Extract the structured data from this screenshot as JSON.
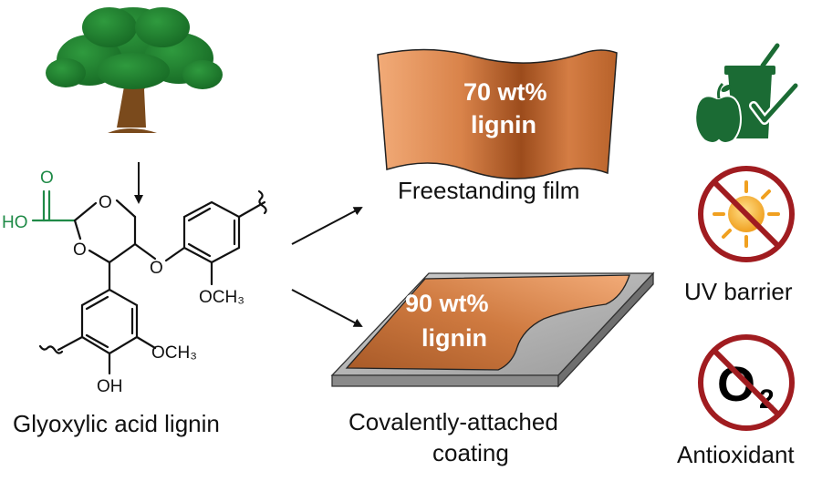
{
  "labels": {
    "source": "Glyoxylic acid lignin",
    "film_label": "Freestanding film",
    "coating_label_line1": "Covalently-attached",
    "coating_label_line2": "coating",
    "uv_label": "UV barrier",
    "antioxidant_label": "Antioxidant"
  },
  "film": {
    "line1": "70 wt%",
    "line2": "lignin"
  },
  "coating": {
    "line1": "90 wt%",
    "line2": "lignin"
  },
  "chem_labels": {
    "carbonyl_o": "O",
    "hydroxyl": "HO",
    "ring_o_top": "O",
    "ring_o_bottom": "O",
    "ether_o": "O",
    "methoxy_right": "OCH₃",
    "methoxy_bottom": "OCH₃",
    "phenol": "OH"
  },
  "icon_text": {
    "o2": "O",
    "o2_sub": "2"
  },
  "colors": {
    "lignin_brown": "#b8622a",
    "lignin_light": "#f0a878",
    "acid_green": "#1f8a47",
    "prohibit_red": "#a01c20",
    "tree_green": "#1f7a2e",
    "trunk": "#7a4a1c",
    "icon_green": "#1b6b34"
  },
  "icons": [
    "tree-icon",
    "food-packaging-icon",
    "no-uv-icon",
    "no-oxygen-icon"
  ]
}
